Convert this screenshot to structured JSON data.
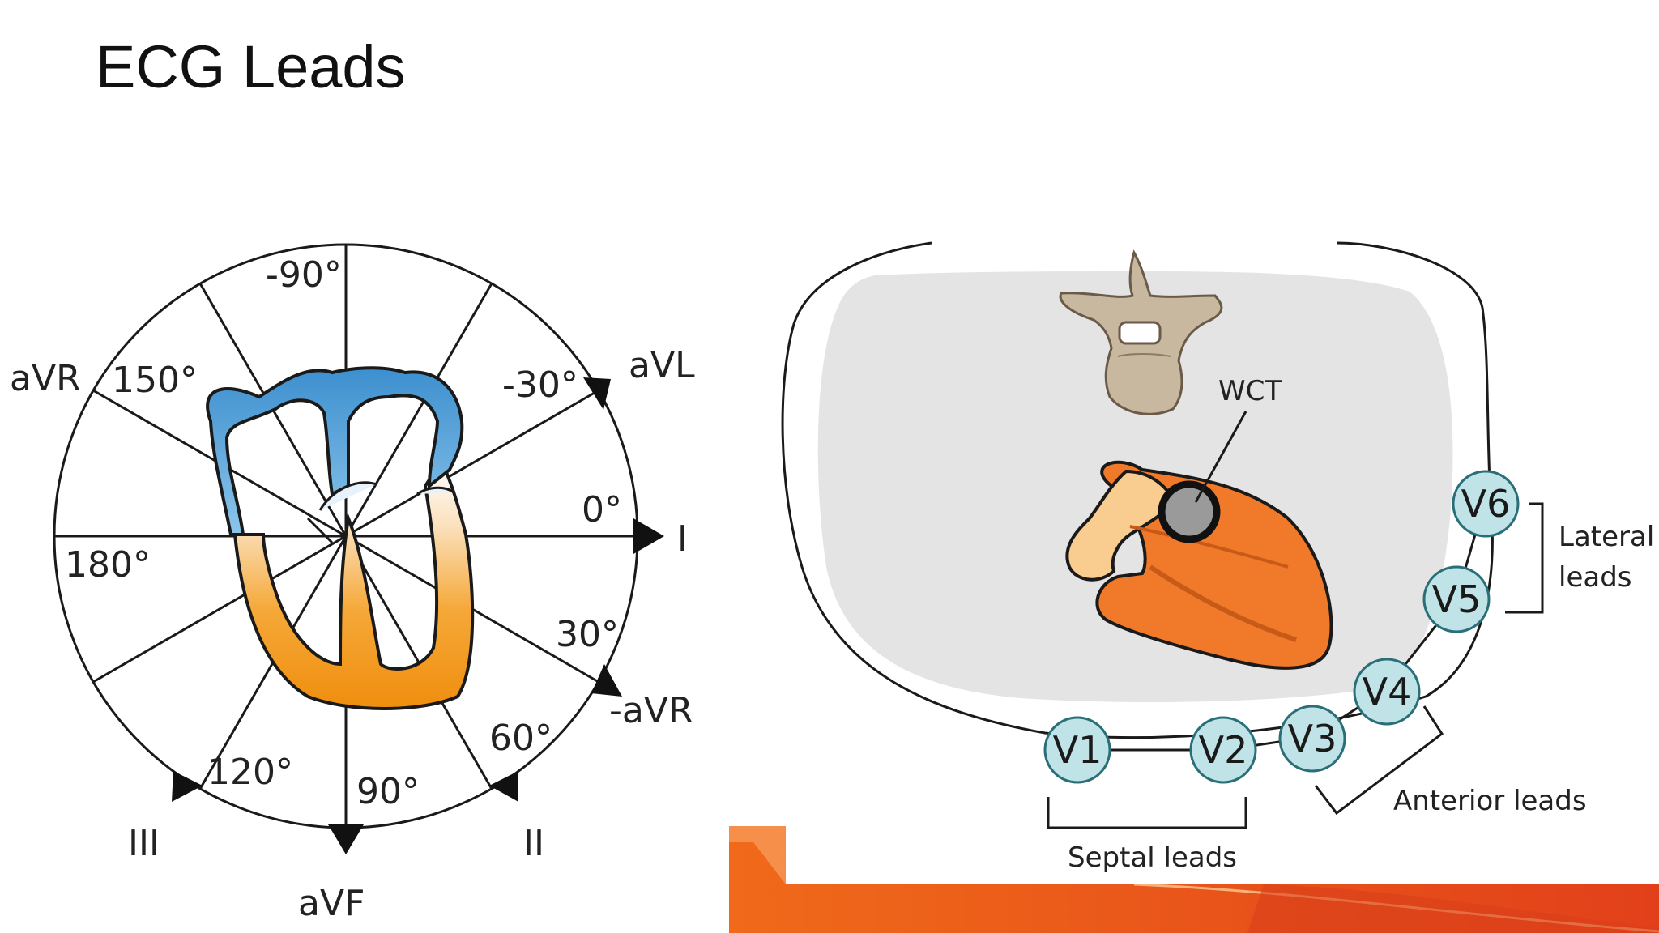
{
  "slide": {
    "title": "ECG Leads"
  },
  "hexaxial": {
    "angles": {
      "neg90": "-90°",
      "neg30": "-30°",
      "zero": "0°",
      "pos30": "30°",
      "pos60": "60°",
      "pos90": "90°",
      "pos120": "120°",
      "pos150": "150°",
      "pos180": "180°"
    },
    "leads": {
      "avr": "aVR",
      "avl": "aVL",
      "i": "I",
      "neg_avr": "-aVR",
      "ii": "II",
      "avf": "aVF",
      "iii": "III"
    }
  },
  "precordial": {
    "wct": "WCT",
    "electrodes": [
      "V1",
      "V2",
      "V3",
      "V4",
      "V5",
      "V6"
    ],
    "groups": {
      "septal": "Septal leads",
      "anterior": "Anterior leads",
      "lateral_1": "Lateral",
      "lateral_2": "leads"
    }
  },
  "colors": {
    "atria_blue": "#4a9fd6",
    "ventricle_orange": "#f29a1a",
    "heart_orange": "#f07a2a",
    "electrode_fill": "#bfe3e6",
    "thorax_fill": "#e4e4e4",
    "vertebra_fill": "#c8b8a0",
    "accent_orange": "#e8541a"
  }
}
